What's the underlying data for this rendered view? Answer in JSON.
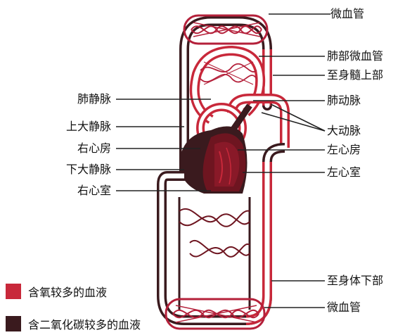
{
  "colors": {
    "oxygenated": "#c8283a",
    "deoxygenated": "#3a1a1e",
    "heart_dark": "#6e1520",
    "capillary": "#b4203a",
    "line": "#222222"
  },
  "labels_right": [
    {
      "key": "capillary_top",
      "text": "微血管"
    },
    {
      "key": "lung_capillary",
      "text": "肺部微血管"
    },
    {
      "key": "to_upper_body",
      "text": "至身髓上部"
    },
    {
      "key": "pulmonary_artery",
      "text": "肺动脉"
    },
    {
      "key": "aorta",
      "text": "大动脉"
    },
    {
      "key": "left_atrium",
      "text": "左心房"
    },
    {
      "key": "left_ventricle",
      "text": "左心室"
    },
    {
      "key": "to_lower_body",
      "text": "至身体下部"
    },
    {
      "key": "capillary_bottom",
      "text": "微血管"
    }
  ],
  "labels_left": [
    {
      "key": "pulmonary_vein",
      "text": "肺静脉"
    },
    {
      "key": "superior_vena_cava",
      "text": "上大静脉"
    },
    {
      "key": "right_atrium",
      "text": "右心房"
    },
    {
      "key": "inferior_vena_cava",
      "text": "下大静脉"
    },
    {
      "key": "right_ventricle",
      "text": "右心室"
    }
  ],
  "legend": [
    {
      "text": "含氧较多的血液",
      "color_key": "oxygenated"
    },
    {
      "text": "含二氧化碳较多的血液",
      "color_key": "deoxygenated"
    }
  ]
}
